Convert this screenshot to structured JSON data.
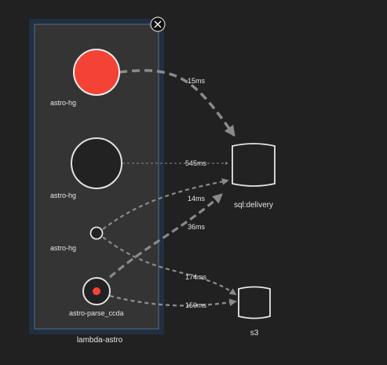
{
  "group": {
    "label": "lambda-astro",
    "close_icon": "close-icon"
  },
  "nodes": [
    {
      "id": "astro-hg-1",
      "label": "astro-hg",
      "status": "error"
    },
    {
      "id": "astro-hg-2",
      "label": "astro-hg",
      "status": "normal"
    },
    {
      "id": "astro-hg-3",
      "label": "astro-hg",
      "status": "normal"
    },
    {
      "id": "astro-parse-ccda",
      "label": "astro-parse_ccda",
      "status": "error-dot"
    }
  ],
  "targets": [
    {
      "id": "sql-delivery",
      "label": "sql:delivery",
      "icon": "database-icon"
    },
    {
      "id": "s3",
      "label": "s3",
      "icon": "database-icon"
    }
  ],
  "edges": [
    {
      "from": "astro-hg-1",
      "to": "sql-delivery",
      "latency": "15ms"
    },
    {
      "from": "astro-hg-2",
      "to": "sql-delivery",
      "latency": "545ms"
    },
    {
      "from": "astro-hg-3",
      "to": "sql-delivery",
      "latency": "14ms"
    },
    {
      "from": "astro-parse-ccda",
      "to": "sql-delivery",
      "latency": "36ms"
    },
    {
      "from": "astro-hg-3",
      "to": "s3",
      "latency": "174ms"
    },
    {
      "from": "astro-parse-ccda",
      "to": "s3",
      "latency": "150ms"
    }
  ],
  "colors": {
    "background": "#212121",
    "group_fill": "#343434",
    "group_border": "#203042",
    "error": "#f44336",
    "edge": "#8a8a8a",
    "node_stroke": "#e0e0e0"
  }
}
